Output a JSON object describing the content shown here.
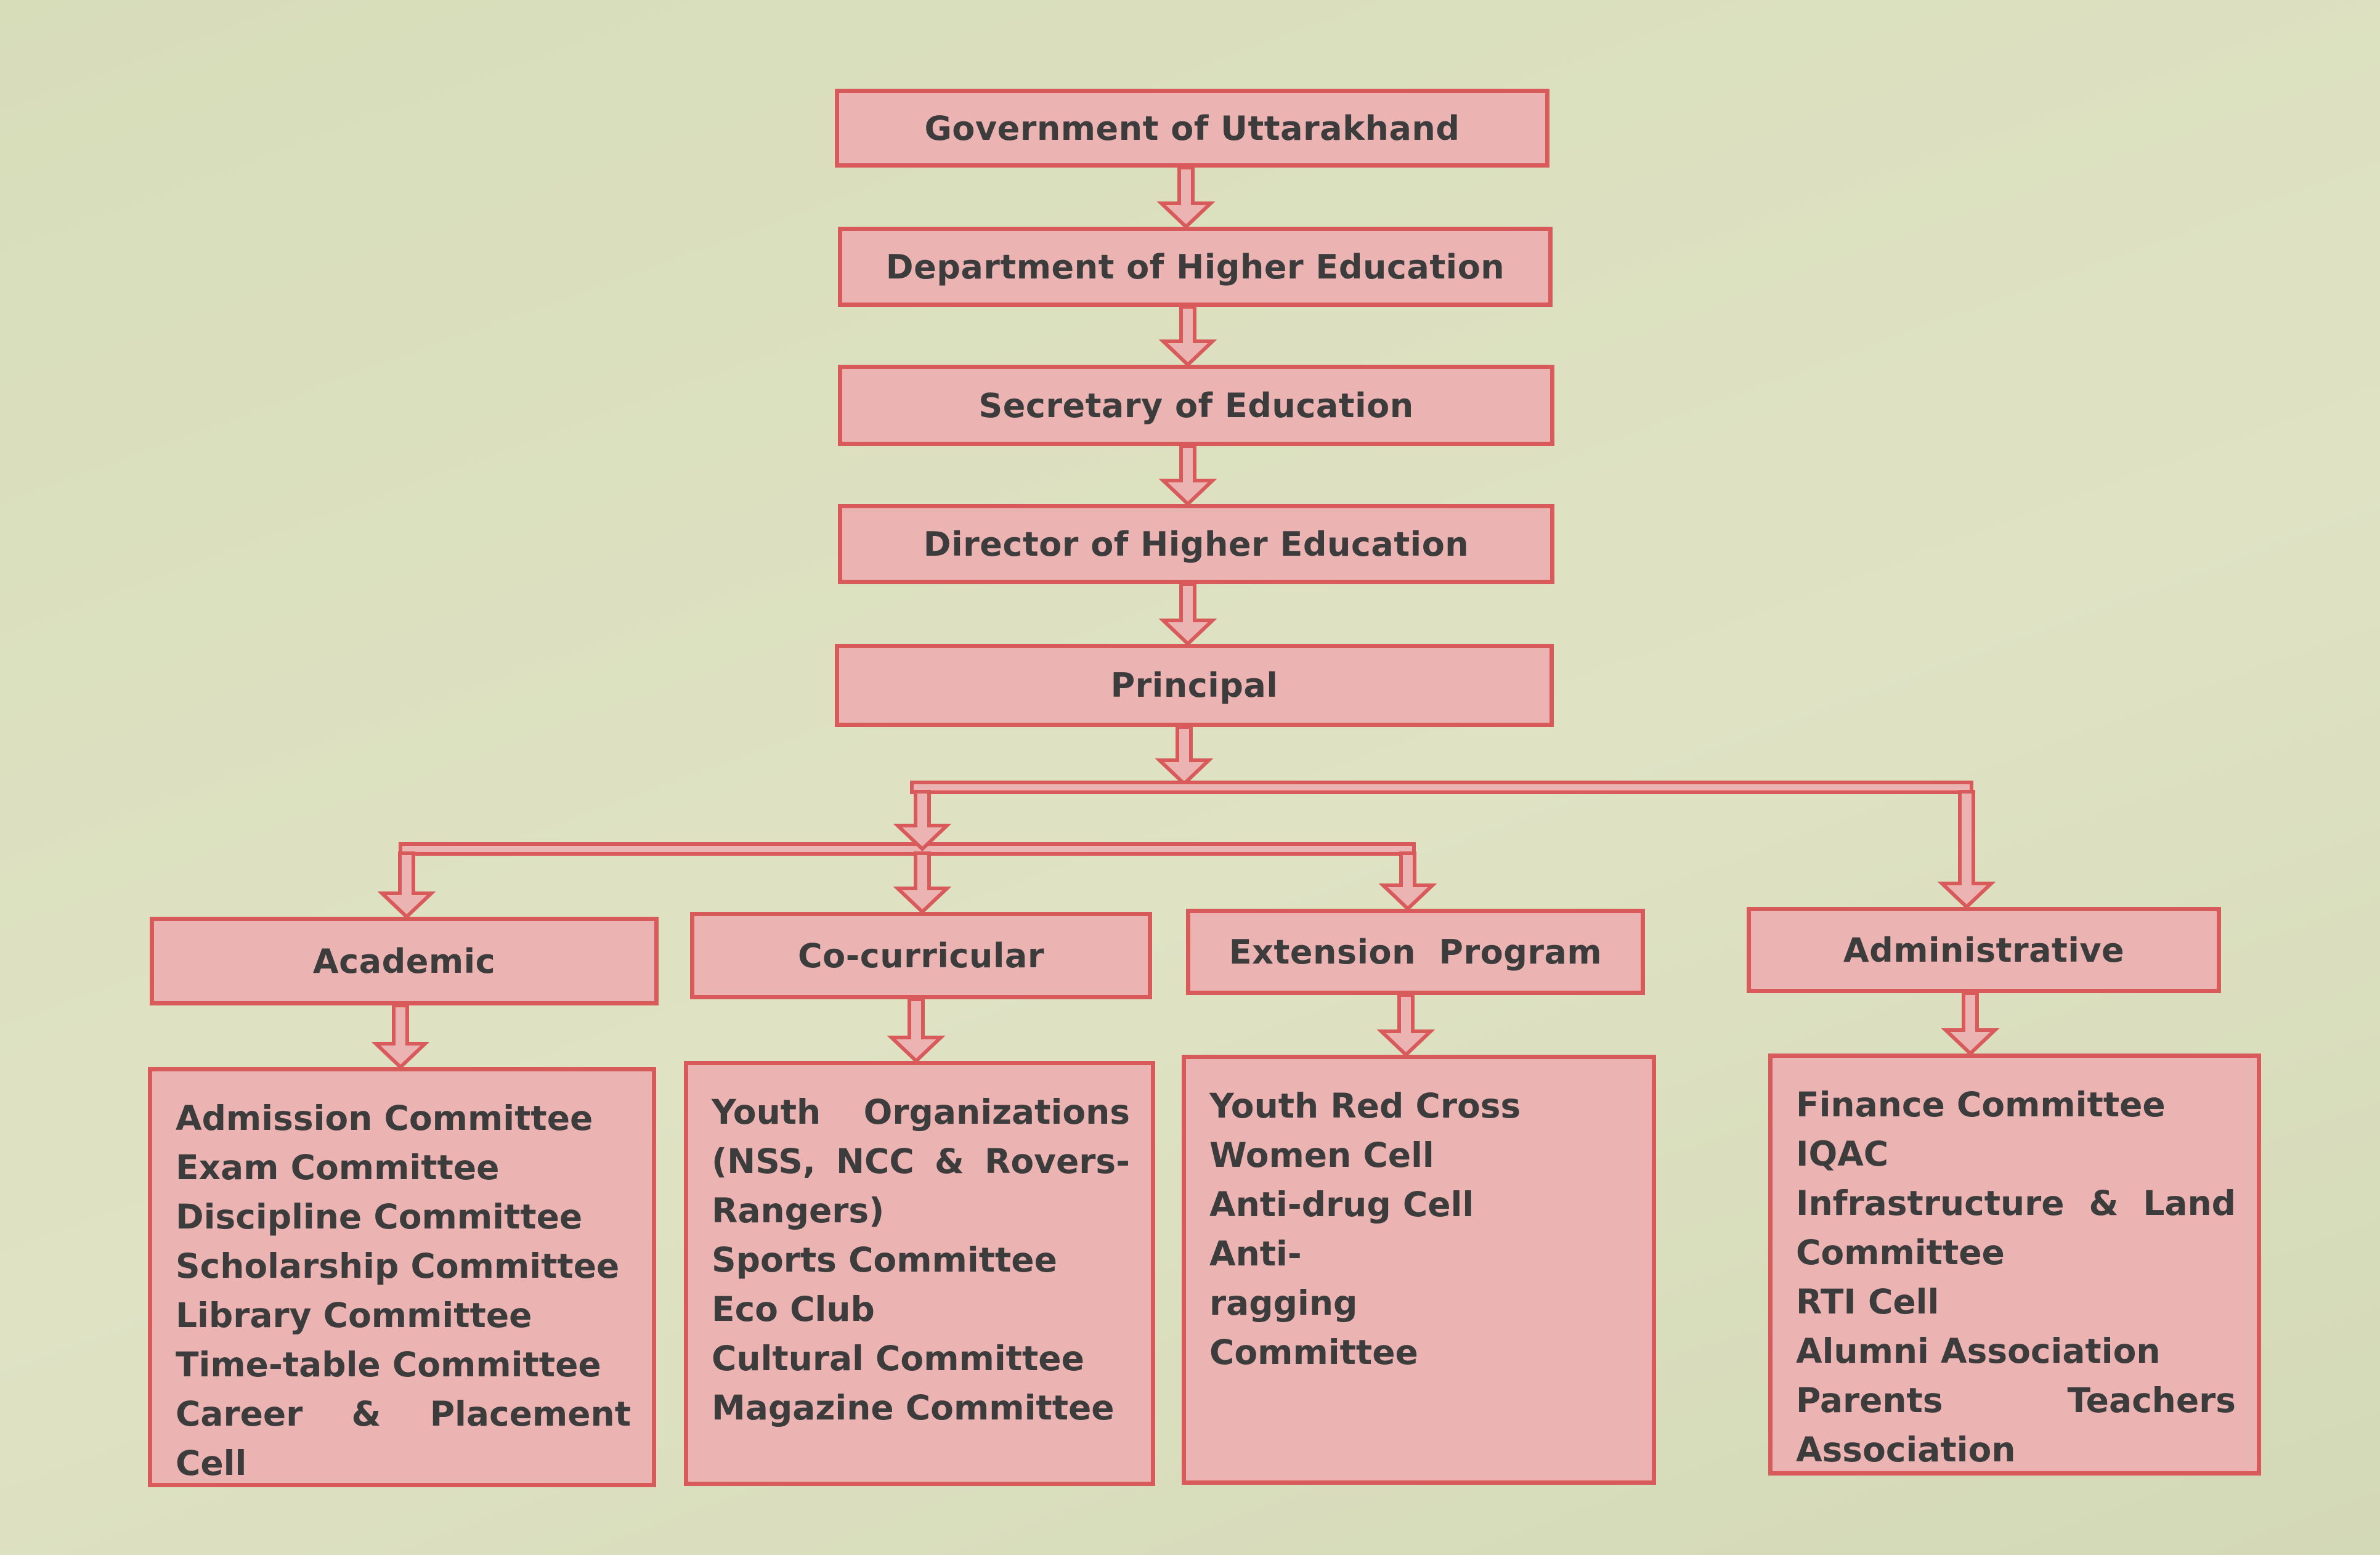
{
  "hierarchy": {
    "government": "Government of Uttarakhand",
    "department": "Department of Higher Education",
    "secretary": "Secretary of Education",
    "director": "Director of Higher Education",
    "principal": "Principal"
  },
  "branches": {
    "academic": {
      "title": "Academic",
      "items": [
        "Admission Committee",
        "Exam Committee",
        "Discipline Committee",
        "Scholarship Committee",
        "Library Committee",
        "Time-table Committee",
        "Career & Placement Cell"
      ]
    },
    "cocurricular": {
      "title": "Co-curricular",
      "items": [
        "Youth Organizations (NSS, NCC & Rovers-Rangers)",
        "Sports Committee",
        "Eco Club",
        "Cultural Committee",
        "Magazine Committee"
      ]
    },
    "extension": {
      "title": "Extension Program",
      "items": [
        "Youth Red Cross",
        "Women Cell",
        "Anti-drug Cell",
        "Anti-ragging Committee"
      ]
    },
    "administrative": {
      "title": "Administrative",
      "items": [
        "Finance Committee",
        "IQAC",
        "Infrastructure & Land Committee",
        "RTI Cell",
        "Alumni Association",
        "Parents Teachers Association"
      ]
    }
  },
  "colors": {
    "box_fill": "#ecb3b3",
    "box_border": "#d85a5a",
    "text": "#3c3c3c",
    "background": "#dadfc0"
  }
}
